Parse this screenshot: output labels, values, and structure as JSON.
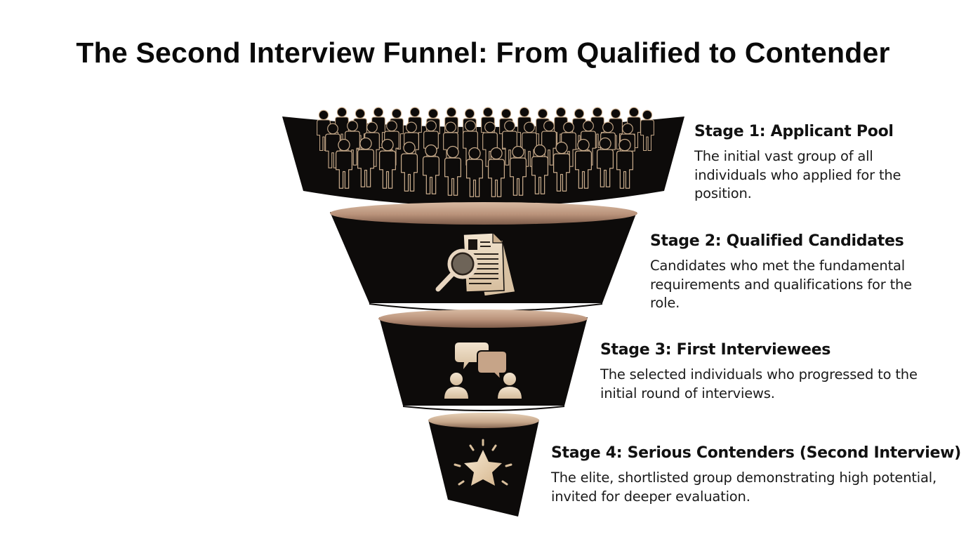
{
  "title": "The Second Interview Funnel: From Qualified to Contender",
  "stages": [
    {
      "heading": "Stage 1: Applicant Pool",
      "description": "The initial vast group of all individuals who applied for the position.",
      "icon": "crowd-icon"
    },
    {
      "heading": "Stage 2: Qualified Candidates",
      "description": "Candidates who met the fundamental requirements and qualifications for the role.",
      "icon": "document-magnifier-icon"
    },
    {
      "heading": "Stage 3: First Interviewees",
      "description": "The selected individuals who progressed to the initial round of interviews.",
      "icon": "conversation-icon"
    },
    {
      "heading": "Stage 4: Serious Contenders (Second Interview)",
      "description": "The elite, shortlisted group demonstrating high potential, invited for deeper evaluation.",
      "icon": "star-icon"
    }
  ],
  "colors": {
    "funnel": "#0d0b0a",
    "rim_light": "#c9a790",
    "rim_dark": "#8f6c58",
    "icon_fill": "#e8d6c0",
    "people_stroke": "#c7aa8a",
    "text": "#111111"
  }
}
